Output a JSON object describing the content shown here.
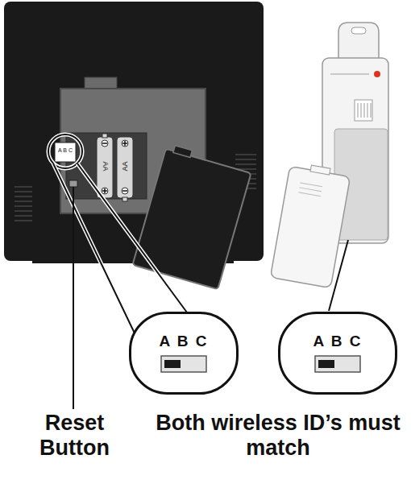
{
  "diagram": {
    "nodes": [
      {
        "text": [
          "A B C"
        ]
      },
      {
        "text": [
          "A B C"
        ]
      }
    ],
    "labels": [
      "A B C",
      "AA",
      "AA",
      "Reset Button",
      "Both wireless ID’s must match"
    ]
  }
}
